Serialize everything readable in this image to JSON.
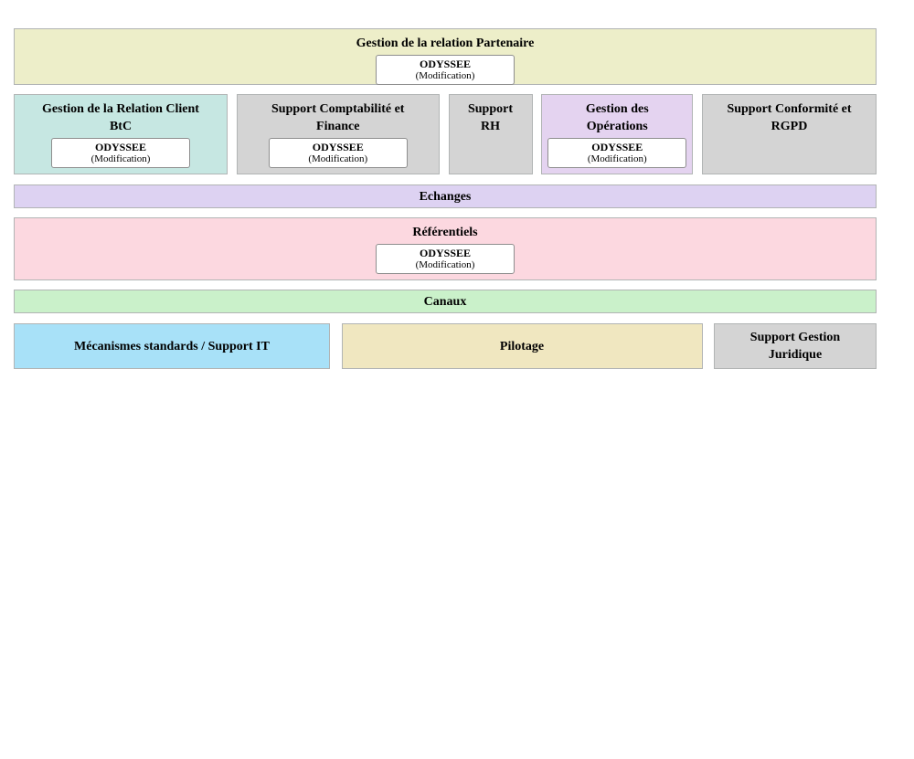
{
  "layers": {
    "partner": {
      "title": "Gestion de la relation Partenaire",
      "color": "#edeec9",
      "app": {
        "name": "ODYSSEE",
        "status": "(Modification)"
      }
    },
    "domains": [
      {
        "title": "Gestion de la Relation Client\nBtC",
        "color": "#c6e7e2",
        "app": {
          "name": "ODYSSEE",
          "status": "(Modification)"
        }
      },
      {
        "title": "Support Comptabilité et\nFinance",
        "color": "#d4d4d4",
        "app": {
          "name": "ODYSSEE",
          "status": "(Modification)"
        }
      },
      {
        "title": "Support\nRH",
        "color": "#d4d4d4"
      },
      {
        "title": "Gestion des\nOpérations",
        "color": "#e4d3f0",
        "app": {
          "name": "ODYSSEE",
          "status": "(Modification)"
        }
      },
      {
        "title": "Support Conformité et\nRGPD",
        "color": "#d4d4d4"
      }
    ],
    "echanges": {
      "title": "Echanges",
      "color": "#ddd2f2"
    },
    "referentiels": {
      "title": "Référentiels",
      "color": "#fcd8e0",
      "app": {
        "name": "ODYSSEE",
        "status": "(Modification)"
      }
    },
    "canaux": {
      "title": "Canaux",
      "color": "#caf1ca"
    },
    "bottom": [
      {
        "title": "Mécanismes standards / Support IT",
        "color": "#a8e1f8"
      },
      {
        "title": "Pilotage",
        "color": "#f0e7c0"
      },
      {
        "title": "Support Gestion\nJuridique",
        "color": "#d4d4d4"
      }
    ]
  }
}
